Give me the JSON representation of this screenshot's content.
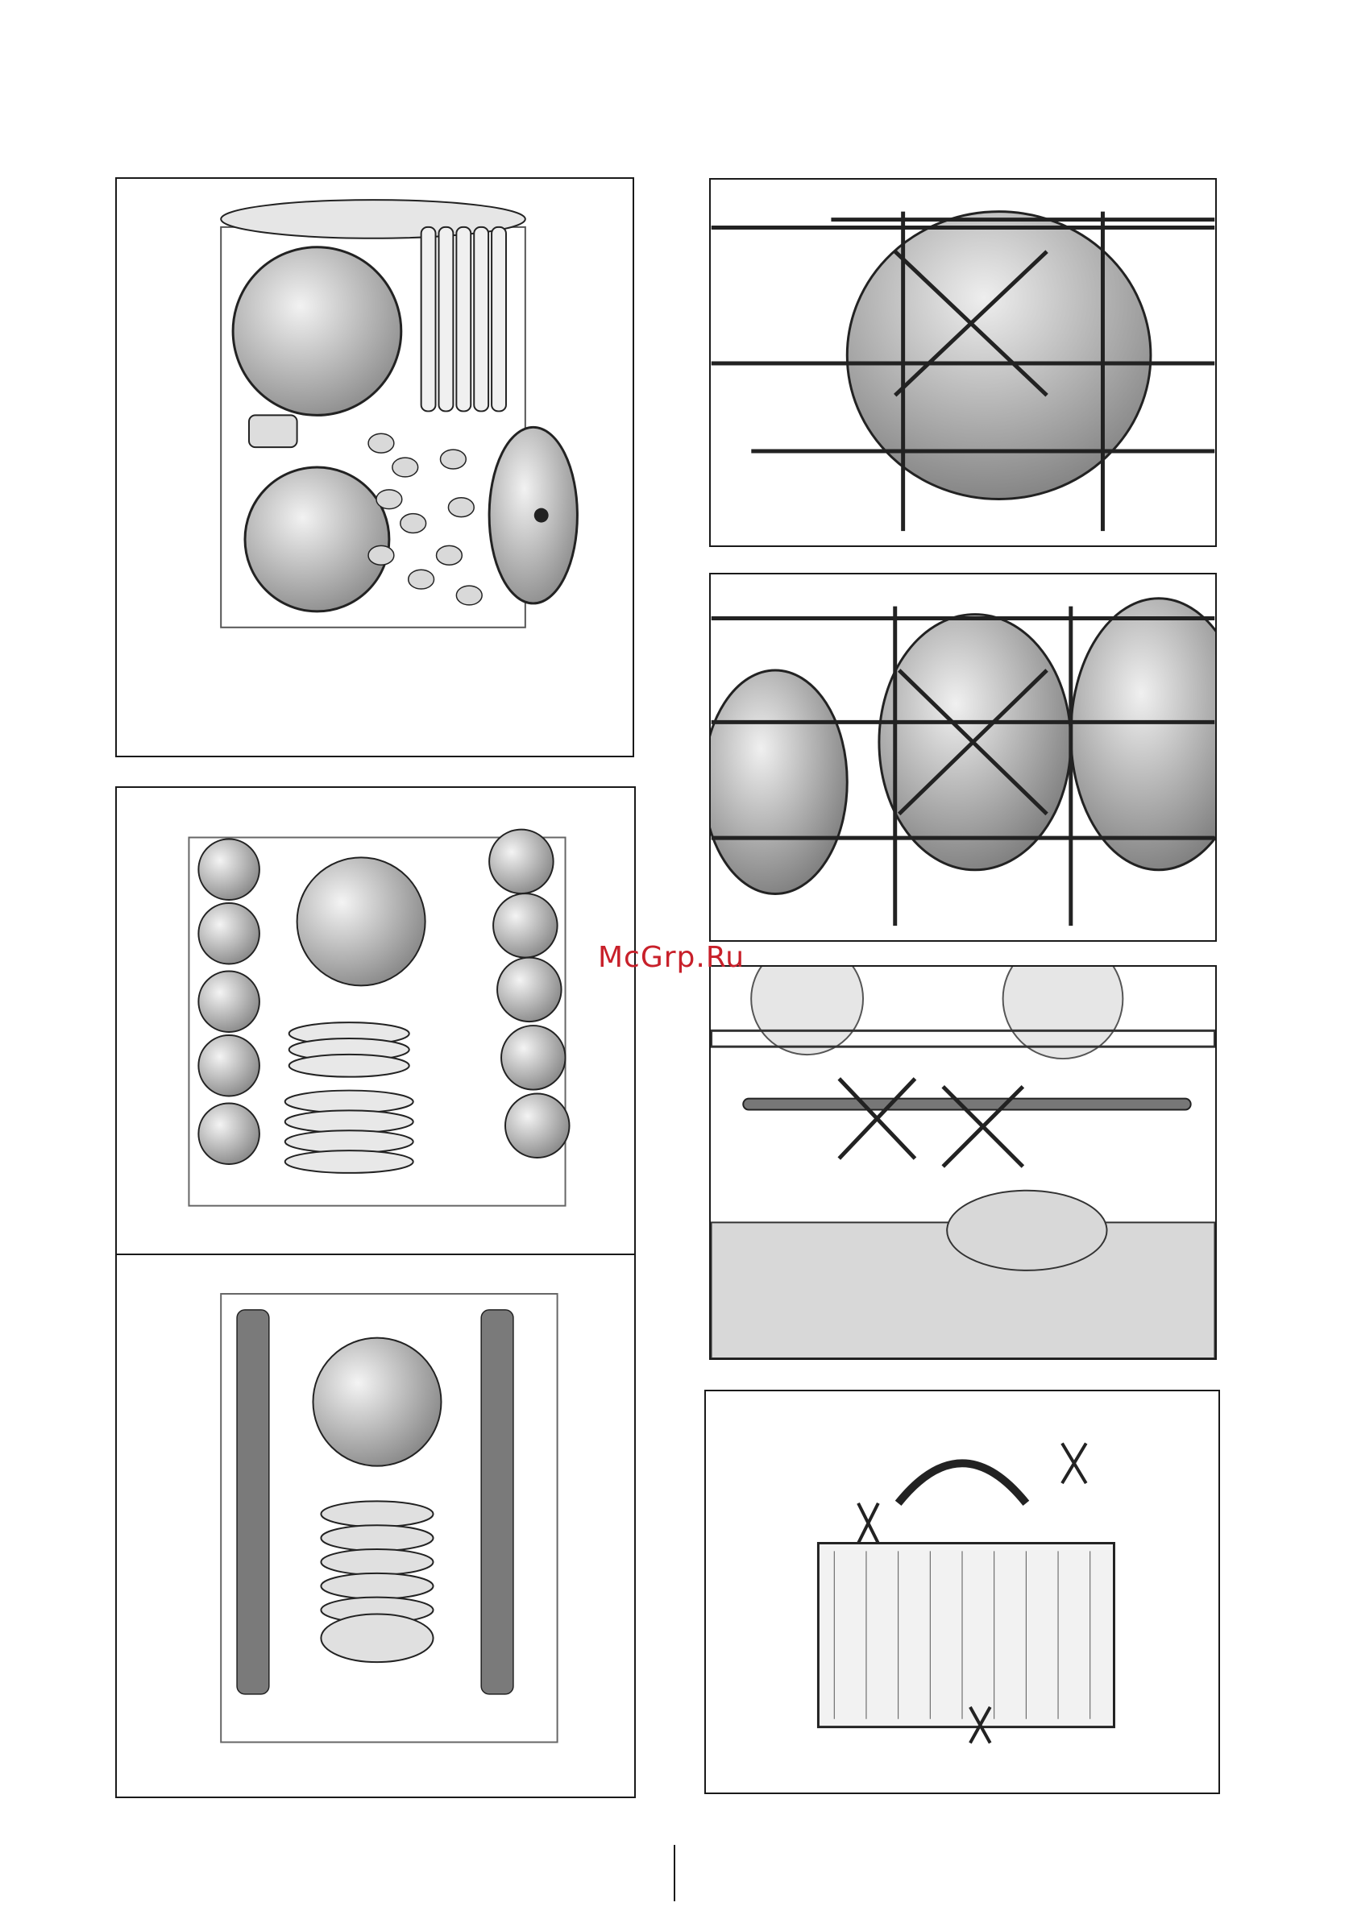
{
  "watermark": {
    "text": "McGrp.Ru",
    "color": "#c8202a"
  },
  "illustrations": [
    {
      "id": "upper-left",
      "subject": "pot-pan-plates-cutlery-rack"
    },
    {
      "id": "middle-left",
      "subject": "cups-bowls-plates-upper-rack"
    },
    {
      "id": "lower-left",
      "subject": "upper-rack-with-folding-supports"
    },
    {
      "id": "right-1",
      "subject": "bowl-blocking-rack",
      "marks": [
        "x-mark"
      ]
    },
    {
      "id": "right-2",
      "subject": "bowls-blocking-rack",
      "marks": [
        "x-mark"
      ]
    },
    {
      "id": "right-3",
      "subject": "spray-arm-blocked-by-cutlery",
      "marks": [
        "x-mark",
        "x-mark"
      ]
    },
    {
      "id": "right-4",
      "subject": "cutlery-basket",
      "marks": [
        "x-mark",
        "x-mark",
        "x-mark"
      ]
    }
  ],
  "colors": {
    "line": "#1a1a1a",
    "shade": "#9a9a9a",
    "light": "#e6e6e6"
  }
}
